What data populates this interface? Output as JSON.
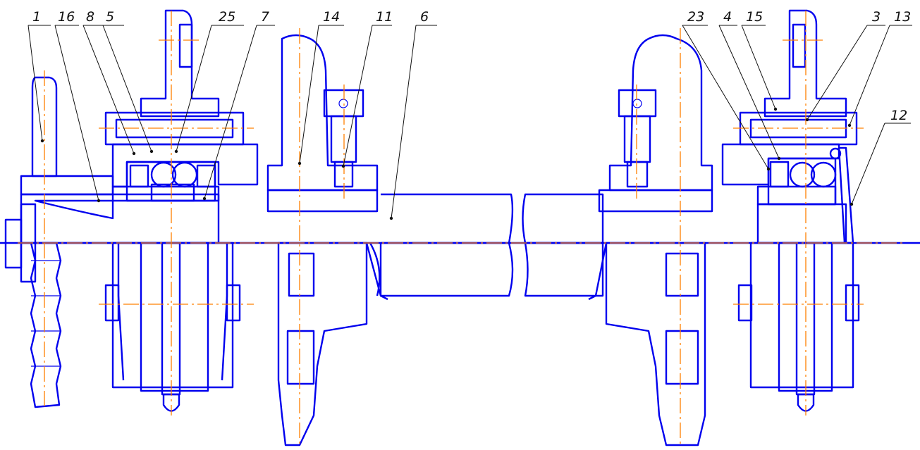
{
  "drawing": {
    "line_color": "#0000ee",
    "axis_color": "#ff8000",
    "leader_color": "#111111",
    "part_labels": [
      {
        "id": "lbl-1",
        "text": "1"
      },
      {
        "id": "lbl-16",
        "text": "16"
      },
      {
        "id": "lbl-8",
        "text": "8"
      },
      {
        "id": "lbl-5",
        "text": "5"
      },
      {
        "id": "lbl-25",
        "text": "25"
      },
      {
        "id": "lbl-7",
        "text": "7"
      },
      {
        "id": "lbl-14",
        "text": "14"
      },
      {
        "id": "lbl-11",
        "text": "11"
      },
      {
        "id": "lbl-6",
        "text": "6"
      },
      {
        "id": "lbl-23",
        "text": "23"
      },
      {
        "id": "lbl-4",
        "text": "4"
      },
      {
        "id": "lbl-15",
        "text": "15"
      },
      {
        "id": "lbl-3",
        "text": "3"
      },
      {
        "id": "lbl-13",
        "text": "13"
      },
      {
        "id": "lbl-12",
        "text": "12"
      }
    ]
  }
}
